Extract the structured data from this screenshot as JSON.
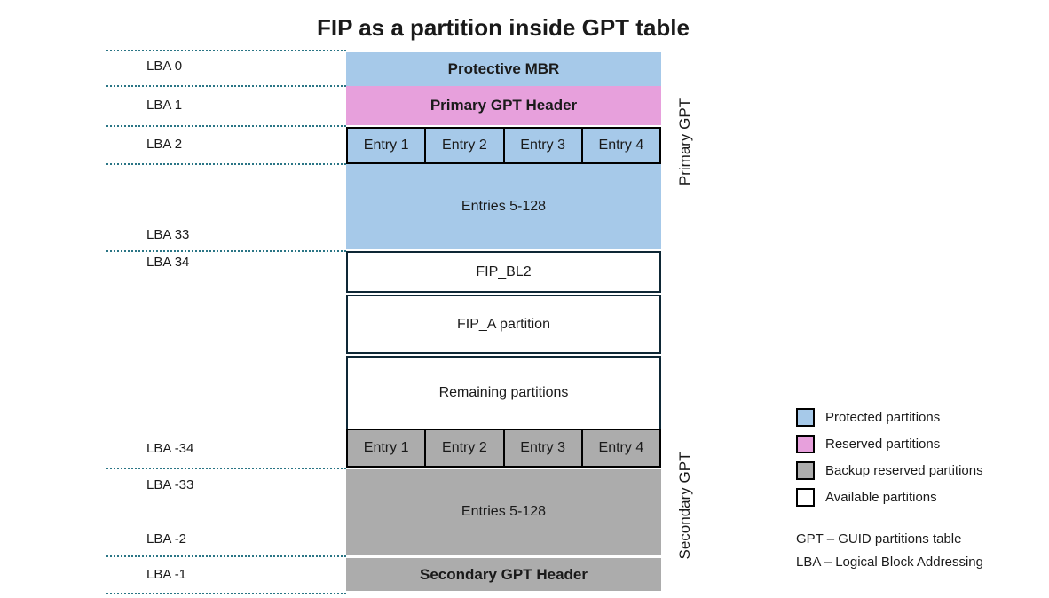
{
  "title": "FIP as a partition inside GPT table",
  "colors": {
    "protected": "#a6c9e9",
    "reserved": "#e7a0dc",
    "backup": "#acacac",
    "available": "#ffffff",
    "dotted_line": "#2a7585",
    "available_border": "#0e2735",
    "entry_border": "#000000"
  },
  "lba_labels": [
    "LBA 0",
    "LBA 1",
    "LBA 2",
    "LBA 33",
    "LBA 34",
    "LBA -34",
    "LBA -33",
    "LBA -2",
    "LBA -1"
  ],
  "blocks": {
    "protective_mbr": "Protective MBR",
    "primary_gpt_header": "Primary GPT Header",
    "primary_entries": [
      "Entry 1",
      "Entry 2",
      "Entry 3",
      "Entry 4"
    ],
    "primary_entries_rest": "Entries 5-128",
    "fip_bl2": "FIP_BL2",
    "fip_a": "FIP_A partition",
    "remaining": "Remaining partitions",
    "secondary_entries": [
      "Entry 1",
      "Entry 2",
      "Entry 3",
      "Entry 4"
    ],
    "secondary_entries_rest": "Entries 5-128",
    "secondary_gpt_header": "Secondary GPT Header"
  },
  "side_labels": {
    "primary": "Primary GPT",
    "secondary": "Secondary GPT"
  },
  "legend": {
    "items": [
      {
        "label": "Protected partitions",
        "swatch": "protected"
      },
      {
        "label": "Reserved partitions",
        "swatch": "reserved"
      },
      {
        "label": "Backup reserved partitions",
        "swatch": "backup"
      },
      {
        "label": "Available partitions",
        "swatch": "available"
      }
    ],
    "footnotes": [
      "GPT – GUID partitions table",
      "LBA – Logical Block Addressing"
    ]
  }
}
